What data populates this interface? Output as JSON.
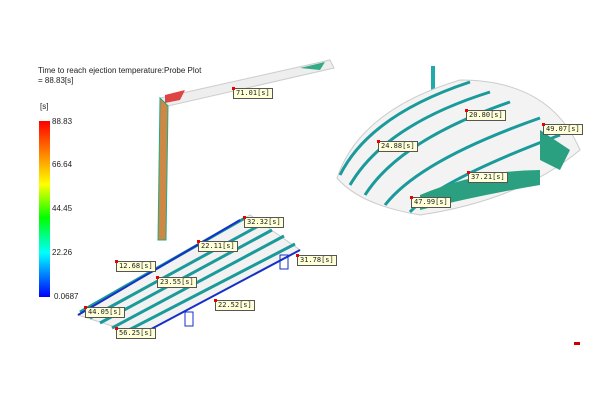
{
  "plot": {
    "title": "Time to reach ejection temperature:Probe Plot",
    "current": " = 88.83[s]",
    "unit": "[s]"
  },
  "legend": {
    "max": "88.83",
    "t1": "66.64",
    "t2": "44.45",
    "t3": "22.26",
    "min": "0.0687"
  },
  "probes_left": [
    "71.01[s]",
    "32.32[s]",
    "22.11[s]",
    "12.68[s]",
    "31.78[s]",
    "23.55[s]",
    "44.05[s]",
    "22.52[s]",
    "56.25[s]"
  ],
  "probes_right": [
    "20.80[s]",
    "49.07[s]",
    "24.88[s]",
    "37.21[s]",
    "47.99[s]"
  ]
}
